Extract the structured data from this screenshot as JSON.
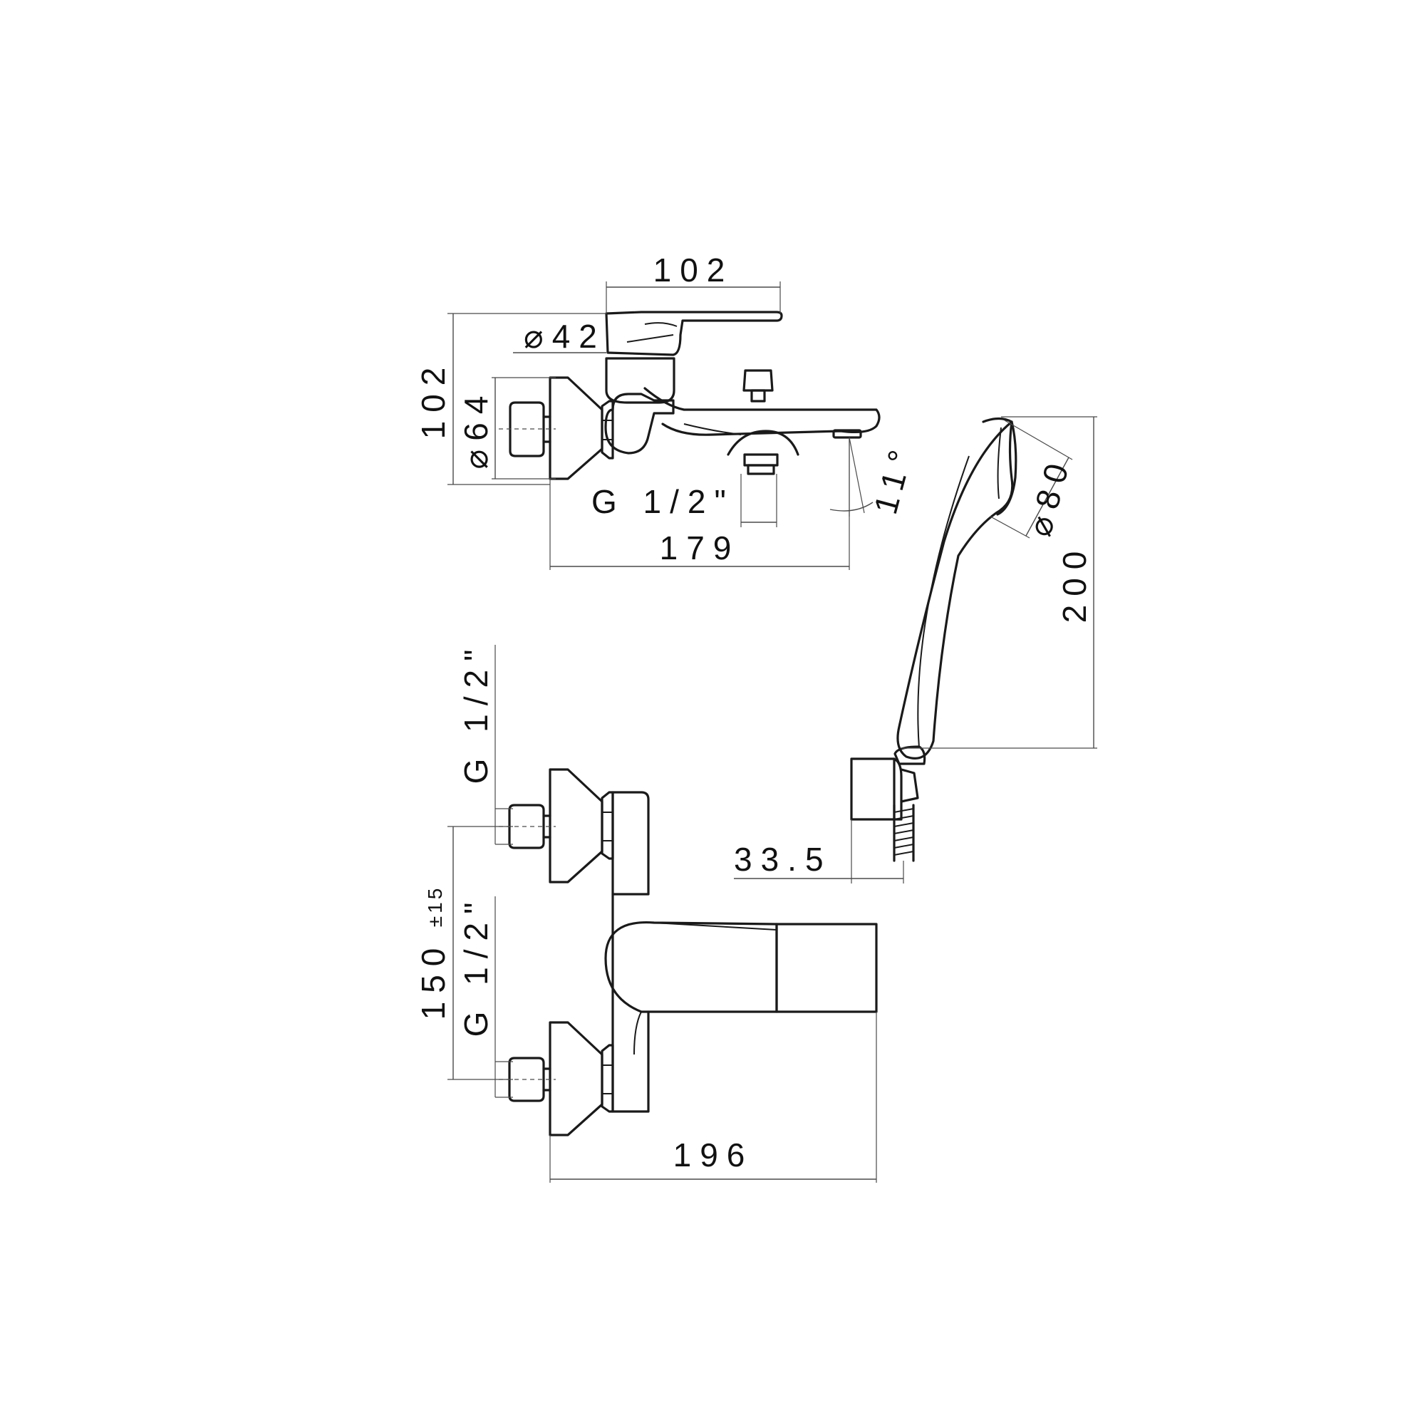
{
  "colors": {
    "background": "#ffffff",
    "line": "#1a1a1a",
    "dimension": "#4a4a4a",
    "text": "#111111"
  },
  "side_view": {
    "dim_top_width": "102",
    "dim_cartridge_diameter": "⌀42",
    "dim_height": "102",
    "dim_flange_diameter": "⌀64",
    "dim_outlet_thread": "G 1/2\"",
    "dim_depth": "179",
    "dim_spout_angle": "11°"
  },
  "hand_shower": {
    "dim_head_diameter": "⌀80",
    "dim_length": "200",
    "dim_holder_offset": "33.5"
  },
  "front_view": {
    "dim_inlet_thread_top": "G 1/2\"",
    "dim_inlet_thread_bottom": "G 1/2\"",
    "dim_inlet_distance": "150",
    "dim_inlet_tolerance": "±15",
    "dim_width": "196"
  }
}
